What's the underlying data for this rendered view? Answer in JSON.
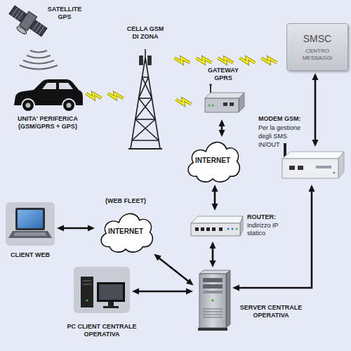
{
  "diagram": {
    "nodes": [
      {
        "text": [
          "SATELLITE GPS"
        ]
      },
      {
        "text": [
          "CELLA GSM DI ZONA"
        ]
      },
      {
        "text": [
          "SMSC",
          "CENTRO MESSAGGI"
        ]
      },
      {
        "text": [
          "GATEWAY GPRS"
        ]
      },
      {
        "text": [
          "UNITA' PERIFERICA (GSM/GPRS + GPS)"
        ]
      },
      {
        "text": [
          "INTERNET"
        ]
      },
      {
        "text": [
          "MODEM GSM:",
          "Per la gestione degli SMS IN/OUT"
        ]
      },
      {
        "text": [
          "ROUTER:",
          "Indirizzo IP statico"
        ]
      },
      {
        "text": [
          "(WEB FLEET)",
          "INTERNET"
        ]
      },
      {
        "text": [
          "CLIENT WEB"
        ]
      },
      {
        "text": [
          "PC CLIENT CENTRALE OPERATIVA"
        ]
      },
      {
        "text": [
          "SERVER CENTRALE OPERATIVA"
        ]
      }
    ],
    "edges": [
      {
        "from": 4,
        "to": 1,
        "arrow": "none"
      },
      {
        "from": 1,
        "to": 3,
        "arrow": "none"
      },
      {
        "from": 1,
        "to": 2,
        "arrow": "none"
      },
      {
        "from": 3,
        "to": 5,
        "arrow": "both"
      },
      {
        "from": 5,
        "to": 7,
        "arrow": "both"
      },
      {
        "from": 7,
        "to": 11,
        "arrow": "both"
      },
      {
        "from": 2,
        "to": 6,
        "arrow": "both"
      },
      {
        "from": 6,
        "to": 11,
        "arrow": "both"
      },
      {
        "from": 9,
        "to": 8,
        "arrow": "both"
      },
      {
        "from": 8,
        "to": 11,
        "arrow": "both"
      },
      {
        "from": 10,
        "to": 11,
        "arrow": "both"
      }
    ]
  }
}
